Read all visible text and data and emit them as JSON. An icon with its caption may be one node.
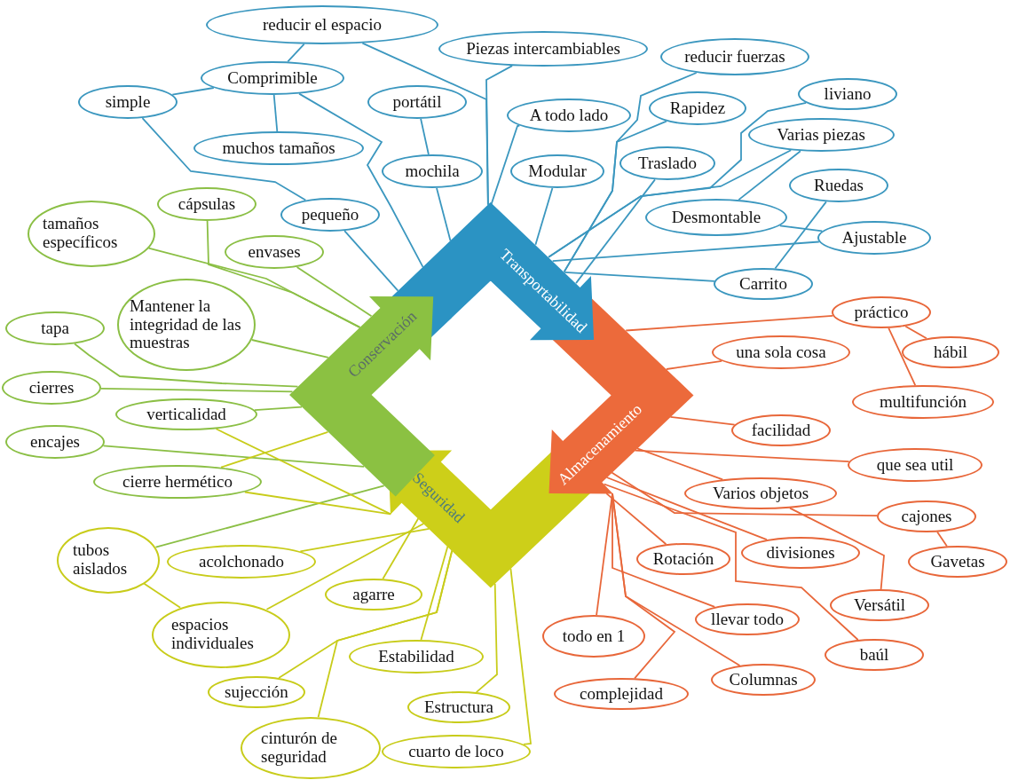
{
  "diagram": {
    "nodes": [
      {
        "text": [
          "Transportabilidad"
        ]
      },
      {
        "text": [
          "Almacenamiento"
        ]
      },
      {
        "text": [
          "Seguridad"
        ]
      },
      {
        "text": [
          "Conservación"
        ]
      },
      {
        "text": [
          "reducir el espacio"
        ]
      },
      {
        "text": [
          "Piezas intercambiables"
        ]
      },
      {
        "text": [
          "reducir fuerzas"
        ]
      },
      {
        "text": [
          "Comprimible"
        ]
      },
      {
        "text": [
          "simple"
        ]
      },
      {
        "text": [
          "portátil"
        ]
      },
      {
        "text": [
          "A todo lado"
        ]
      },
      {
        "text": [
          "Rapidez"
        ]
      },
      {
        "text": [
          "liviano"
        ]
      },
      {
        "text": [
          "muchos tamaños"
        ]
      },
      {
        "text": [
          "mochila"
        ]
      },
      {
        "text": [
          "Modular"
        ]
      },
      {
        "text": [
          "Traslado"
        ]
      },
      {
        "text": [
          "Varias piezas"
        ]
      },
      {
        "text": [
          "pequeño"
        ]
      },
      {
        "text": [
          "Ruedas"
        ]
      },
      {
        "text": [
          "Desmontable"
        ]
      },
      {
        "text": [
          "Ajustable"
        ]
      },
      {
        "text": [
          "Carrito"
        ]
      },
      {
        "text": [
          "cápsulas"
        ]
      },
      {
        "text": [
          "tamaños específicos"
        ]
      },
      {
        "text": [
          "envases"
        ]
      },
      {
        "text": [
          "Mantener la integridad de las muestras"
        ]
      },
      {
        "text": [
          "tapa"
        ]
      },
      {
        "text": [
          "cierres"
        ]
      },
      {
        "text": [
          "verticalidad"
        ]
      },
      {
        "text": [
          "encajes"
        ]
      },
      {
        "text": [
          "cierre hermético"
        ]
      },
      {
        "text": [
          "tubos aislados"
        ]
      },
      {
        "text": [
          "acolchonado"
        ]
      },
      {
        "text": [
          "agarre"
        ]
      },
      {
        "text": [
          "espacios individuales"
        ]
      },
      {
        "text": [
          "Estabilidad"
        ]
      },
      {
        "text": [
          "sujección"
        ]
      },
      {
        "text": [
          "Estructura"
        ]
      },
      {
        "text": [
          "cinturón de seguridad"
        ]
      },
      {
        "text": [
          "cuarto de loco"
        ]
      },
      {
        "text": [
          "práctico"
        ]
      },
      {
        "text": [
          "una sola cosa"
        ]
      },
      {
        "text": [
          "hábil"
        ]
      },
      {
        "text": [
          "multifunción"
        ]
      },
      {
        "text": [
          "facilidad"
        ]
      },
      {
        "text": [
          "que sea util"
        ]
      },
      {
        "text": [
          "Varios objetos"
        ]
      },
      {
        "text": [
          "cajones"
        ]
      },
      {
        "text": [
          "divisiones"
        ]
      },
      {
        "text": [
          "Rotación"
        ]
      },
      {
        "text": [
          "Gavetas"
        ]
      },
      {
        "text": [
          "Versátil"
        ]
      },
      {
        "text": [
          "llevar todo"
        ]
      },
      {
        "text": [
          "todo en 1"
        ]
      },
      {
        "text": [
          "baúl"
        ]
      },
      {
        "text": [
          "Columnas"
        ]
      },
      {
        "text": [
          "complejidad"
        ]
      }
    ],
    "edges": [
      {
        "from": 7,
        "to": 4,
        "arrow": "none"
      },
      {
        "from": 7,
        "to": 8,
        "arrow": "none"
      },
      {
        "from": 7,
        "to": 13,
        "arrow": "none"
      },
      {
        "from": 7,
        "to": 0,
        "arrow": "none"
      },
      {
        "from": 8,
        "to": 18,
        "arrow": "none"
      },
      {
        "from": 18,
        "to": 0,
        "arrow": "none"
      },
      {
        "from": 4,
        "to": 0,
        "arrow": "none"
      },
      {
        "from": 5,
        "to": 0,
        "arrow": "none"
      },
      {
        "from": 9,
        "to": 14,
        "arrow": "none"
      },
      {
        "from": 14,
        "to": 0,
        "arrow": "none"
      },
      {
        "from": 10,
        "to": 0,
        "arrow": "none"
      },
      {
        "from": 15,
        "to": 0,
        "arrow": "none"
      },
      {
        "from": 6,
        "to": 0,
        "arrow": "none"
      },
      {
        "from": 11,
        "to": 0,
        "arrow": "none"
      },
      {
        "from": 16,
        "to": 0,
        "arrow": "none"
      },
      {
        "from": 12,
        "to": 0,
        "arrow": "none"
      },
      {
        "from": 17,
        "to": 0,
        "arrow": "none"
      },
      {
        "from": 17,
        "to": 20,
        "arrow": "none"
      },
      {
        "from": 20,
        "to": 21,
        "arrow": "none"
      },
      {
        "from": 19,
        "to": 22,
        "arrow": "none"
      },
      {
        "from": 21,
        "to": 0,
        "arrow": "none"
      },
      {
        "from": 22,
        "to": 0,
        "arrow": "none"
      },
      {
        "from": 23,
        "to": 3,
        "arrow": "none",
        "color": "#8bbf45"
      },
      {
        "from": 24,
        "to": 3,
        "arrow": "none",
        "color": "#8bbf45"
      },
      {
        "from": 25,
        "to": 3,
        "arrow": "none",
        "color": "#8bbf45"
      },
      {
        "from": 26,
        "to": 3,
        "arrow": "none",
        "color": "#8bbf45"
      },
      {
        "from": 27,
        "to": 3,
        "arrow": "none",
        "color": "#8bbf45"
      },
      {
        "from": 28,
        "to": 3,
        "arrow": "none",
        "color": "#8bbf45"
      },
      {
        "from": 29,
        "to": 3,
        "arrow": "none",
        "color": "#8bbf45"
      },
      {
        "from": 30,
        "to": 3,
        "arrow": "none",
        "color": "#8bbf45"
      },
      {
        "from": 31,
        "to": 3,
        "arrow": "none",
        "color": "#c8cc1a"
      },
      {
        "from": 32,
        "to": 3,
        "arrow": "none",
        "color": "#8bbf45"
      },
      {
        "from": 29,
        "to": 2,
        "arrow": "none",
        "color": "#c8cc1a"
      },
      {
        "from": 31,
        "to": 2,
        "arrow": "none",
        "color": "#c8cc1a"
      },
      {
        "from": 32,
        "to": 35,
        "arrow": "none",
        "color": "#c8cc1a"
      },
      {
        "from": 33,
        "to": 2,
        "arrow": "none",
        "color": "#c8cc1a"
      },
      {
        "from": 35,
        "to": 2,
        "arrow": "none",
        "color": "#c8cc1a"
      },
      {
        "from": 34,
        "to": 2,
        "arrow": "none",
        "color": "#c8cc1a"
      },
      {
        "from": 37,
        "to": 2,
        "arrow": "none",
        "color": "#c8cc1a"
      },
      {
        "from": 39,
        "to": 2,
        "arrow": "none",
        "color": "#c8cc1a"
      },
      {
        "from": 36,
        "to": 2,
        "arrow": "none",
        "color": "#c8cc1a"
      },
      {
        "from": 38,
        "to": 2,
        "arrow": "none",
        "color": "#c8cc1a"
      },
      {
        "from": 40,
        "to": 2,
        "arrow": "none",
        "color": "#c8cc1a"
      },
      {
        "from": 41,
        "to": 1,
        "arrow": "none",
        "color": "#e8673a"
      },
      {
        "from": 41,
        "to": 43,
        "arrow": "none",
        "color": "#e8673a"
      },
      {
        "from": 41,
        "to": 44,
        "arrow": "none",
        "color": "#e8673a"
      },
      {
        "from": 42,
        "to": 1,
        "arrow": "none",
        "color": "#e8673a"
      },
      {
        "from": 45,
        "to": 1,
        "arrow": "none",
        "color": "#e8673a"
      },
      {
        "from": 46,
        "to": 1,
        "arrow": "none",
        "color": "#e8673a"
      },
      {
        "from": 47,
        "to": 1,
        "arrow": "none",
        "color": "#e8673a"
      },
      {
        "from": 47,
        "to": 52,
        "arrow": "none",
        "color": "#e8673a"
      },
      {
        "from": 48,
        "to": 1,
        "arrow": "none",
        "color": "#e8673a"
      },
      {
        "from": 48,
        "to": 51,
        "arrow": "none",
        "color": "#e8673a"
      },
      {
        "from": 49,
        "to": 1,
        "arrow": "none",
        "color": "#e8673a"
      },
      {
        "from": 50,
        "to": 1,
        "arrow": "none",
        "color": "#e8673a"
      },
      {
        "from": 55,
        "to": 1,
        "arrow": "none",
        "color": "#e8673a"
      },
      {
        "from": 53,
        "to": 1,
        "arrow": "none",
        "color": "#e8673a"
      },
      {
        "from": 54,
        "to": 1,
        "arrow": "none",
        "color": "#e8673a"
      },
      {
        "from": 56,
        "to": 1,
        "arrow": "none",
        "color": "#e8673a"
      },
      {
        "from": 57,
        "to": 1,
        "arrow": "none",
        "color": "#e8673a"
      }
    ]
  }
}
